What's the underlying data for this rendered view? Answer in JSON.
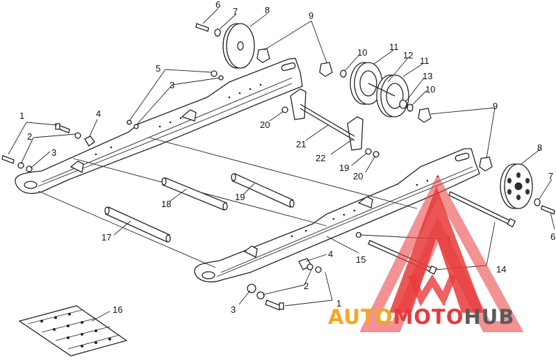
{
  "diagram": {
    "callouts": {
      "c1a": "1",
      "c2a": "2",
      "c3a": "3",
      "c4a": "4",
      "c5": "5",
      "c3b": "3",
      "c6a": "6",
      "c7a": "7",
      "c8a": "8",
      "c9a": "9",
      "c10a": "10",
      "c11a": "11",
      "c12": "12",
      "c11b": "11",
      "c13": "13",
      "c10b": "10",
      "c9b": "9",
      "c20a": "20",
      "c21": "21",
      "c22": "22",
      "c19a": "19",
      "c20b": "20",
      "c18": "18",
      "c19b": "19",
      "c17": "17",
      "c8b": "8",
      "c7b": "7",
      "c6b": "6",
      "c3c": "3",
      "c14": "14",
      "c15": "15",
      "c4b": "4",
      "c2b": "2",
      "c3d": "3",
      "c1b": "1",
      "c16": "16"
    }
  },
  "watermark": {
    "part1": "AUTO",
    "part2": "MOTO",
    "part3": "HUB",
    "colors": {
      "red": "#e8393a",
      "orange": "#f6a623",
      "gray": "#5a5a5a"
    }
  }
}
